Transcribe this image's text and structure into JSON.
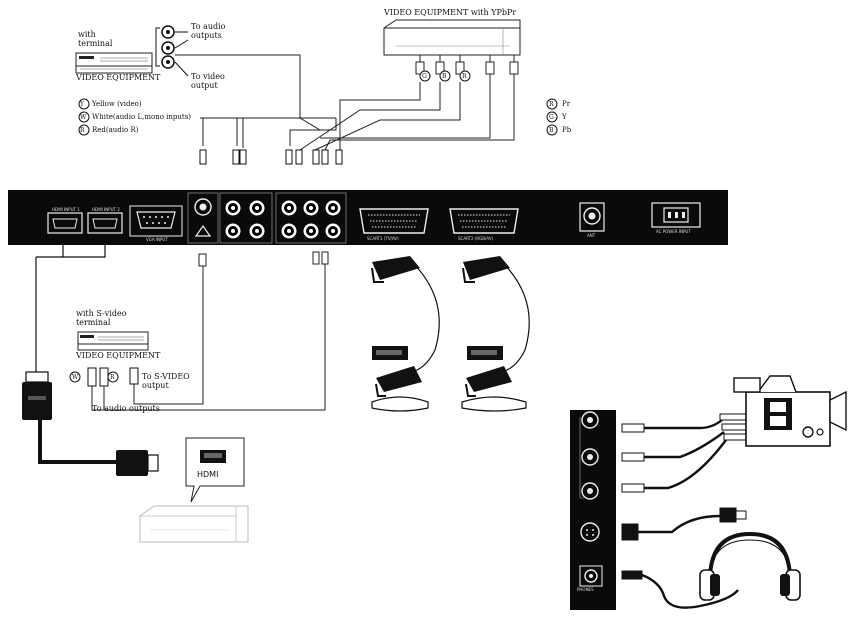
{
  "top_vga_device": {
    "with_terminal": "with\nterminal",
    "name": "VIDEO EQUIPMENT",
    "to_audio": "To audio\noutputs",
    "to_video": "To video\noutput"
  },
  "legend": [
    {
      "mark": "Y",
      "text": "Yellow (video)"
    },
    {
      "mark": "W",
      "text": "White(audio L,mono inputs)"
    },
    {
      "mark": "R",
      "text": "Red(audio R)"
    }
  ],
  "ypbpr": {
    "title": "VIDEO EQUIPMENT with YPbPr",
    "plugs": [
      "G",
      "B",
      "R"
    ],
    "legend": [
      {
        "mark": "R",
        "text": "Pr"
      },
      {
        "mark": "G",
        "text": "Y"
      },
      {
        "mark": "B",
        "text": "Pb"
      }
    ]
  },
  "panel": {
    "hdmi1": "HDMI INPUT 1",
    "hdmi2": "HDMI INPUT 2",
    "vga": "VGA INPUT",
    "scart1": "SCART1 (TV/AV)",
    "scart2": "SCART2 (RGB/AV)",
    "ant": "ANT",
    "power": "AC POWER INPUT"
  },
  "svideo_device": {
    "with_svideo": "with S-video\nterminal",
    "name": "VIDEO EQUIPMENT",
    "to_svideo": "To S-VIDEO\noutput",
    "to_audio": "To audio outputs",
    "plug_marks": [
      "W",
      "R"
    ]
  },
  "hdmi_callout": "HDMI",
  "side_panel": {
    "headphone_label": "PHONES"
  }
}
